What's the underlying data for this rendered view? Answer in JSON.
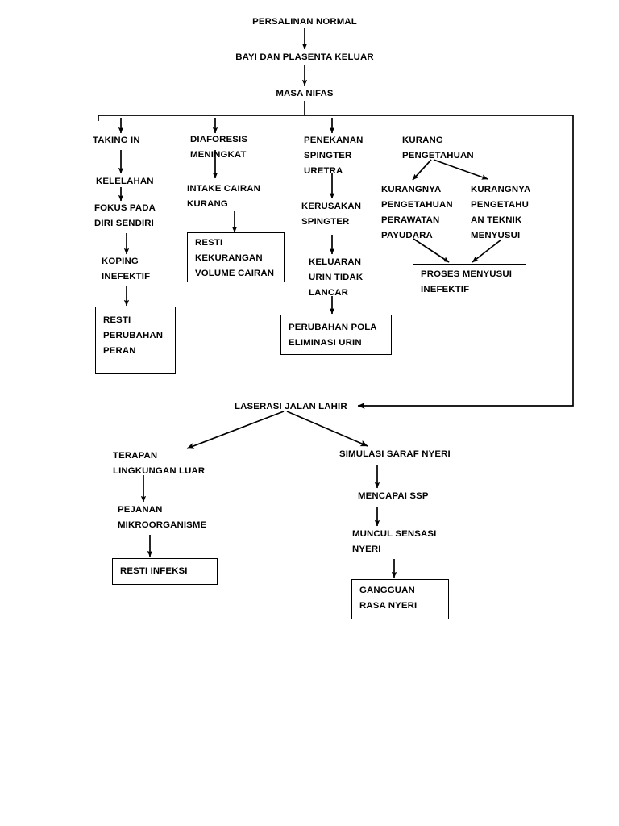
{
  "diagram": {
    "title": "PERSALINAN NORMAL",
    "type": "flowchart",
    "orientation": "top-down",
    "line_color": "#000000",
    "text_color": "#000000",
    "background": "#ffffff",
    "nodes": [
      {
        "id": "persalinan_normal",
        "label": "PERSALINAN NORMAL",
        "boxed": false
      },
      {
        "id": "bayi_plasenta",
        "label": "BAYI DAN PLASENTA KELUAR",
        "boxed": false
      },
      {
        "id": "masa_nifas",
        "label": "MASA NIFAS",
        "boxed": false
      },
      {
        "id": "taking_in",
        "label": "TAKING IN",
        "boxed": false
      },
      {
        "id": "kelelahan",
        "label": "KELELAHAN",
        "boxed": false
      },
      {
        "id": "fokus_diri",
        "label": "FOKUS PADA\nDIRI SENDIRI",
        "boxed": false
      },
      {
        "id": "koping_inefektif",
        "label": "KOPING\nINEFEKTIF",
        "boxed": false
      },
      {
        "id": "resti_perubahan_peran",
        "label": "RESTI\nPERUBAHAN\nPERAN",
        "boxed": true
      },
      {
        "id": "diaforesis",
        "label": "DIAFORESIS\nMENINGKAT",
        "boxed": false
      },
      {
        "id": "intake_cairan",
        "label": "INTAKE CAIRAN\nKURANG",
        "boxed": false
      },
      {
        "id": "resti_kekurangan",
        "label": "RESTI\nKEKURANGAN\nVOLUME CAIRAN",
        "boxed": true
      },
      {
        "id": "penekanan_spingter",
        "label": "PENEKANAN\nSPINGTER\nURETRA",
        "boxed": false
      },
      {
        "id": "kerusakan_spingter",
        "label": "KERUSAKAN\nSPINGTER",
        "boxed": false
      },
      {
        "id": "keluaran_urin",
        "label": "KELUARAN\nURIN TIDAK\nLANCAR",
        "boxed": false
      },
      {
        "id": "perubahan_pola",
        "label": "PERUBAHAN POLA\nELIMINASI URIN",
        "boxed": true
      },
      {
        "id": "kurang_pengetahuan",
        "label": "KURANG\nPENGETAHUAN",
        "boxed": false
      },
      {
        "id": "kurang_perawatan",
        "label": "KURANGNYA\nPENGETAHUAN\nPERAWATAN\nPAYUDARA",
        "boxed": false
      },
      {
        "id": "kurang_teknik",
        "label": "KURANGNYA\nPENGETAHU\nAN TEKNIK\nMENYUSUI",
        "boxed": false
      },
      {
        "id": "proses_menyusui",
        "label": "PROSES MENYUSUI\nINEFEKTIF",
        "boxed": true
      },
      {
        "id": "laserasi",
        "label": "LASERASI JALAN LAHIR",
        "boxed": false
      },
      {
        "id": "terapan_lingkungan",
        "label": "TERAPAN\nLINGKUNGAN LUAR",
        "boxed": false
      },
      {
        "id": "pejanan_mikro",
        "label": "PEJANAN\nMIKROORGANISME",
        "boxed": false
      },
      {
        "id": "resti_infeksi",
        "label": "RESTI INFEKSI",
        "boxed": true
      },
      {
        "id": "simulasi_saraf",
        "label": "SIMULASI SARAF NYERI",
        "boxed": false
      },
      {
        "id": "mencapai_ssp",
        "label": "MENCAPAI SSP",
        "boxed": false
      },
      {
        "id": "muncul_sensasi",
        "label": "MUNCUL SENSASI\nNYERI",
        "boxed": false
      },
      {
        "id": "gangguan_rasa_nyeri",
        "label": "GANGGUAN\nRASA NYERI",
        "boxed": true
      }
    ],
    "edges": [
      {
        "from": "persalinan_normal",
        "to": "bayi_plasenta"
      },
      {
        "from": "bayi_plasenta",
        "to": "masa_nifas"
      },
      {
        "from": "masa_nifas",
        "to": "taking_in"
      },
      {
        "from": "masa_nifas",
        "to": "diaforesis"
      },
      {
        "from": "masa_nifas",
        "to": "penekanan_spingter"
      },
      {
        "from": "masa_nifas",
        "to": "laserasi"
      },
      {
        "from": "taking_in",
        "to": "kelelahan"
      },
      {
        "from": "kelelahan",
        "to": "fokus_diri"
      },
      {
        "from": "fokus_diri",
        "to": "koping_inefektif"
      },
      {
        "from": "koping_inefektif",
        "to": "resti_perubahan_peran"
      },
      {
        "from": "diaforesis",
        "to": "intake_cairan"
      },
      {
        "from": "intake_cairan",
        "to": "resti_kekurangan"
      },
      {
        "from": "penekanan_spingter",
        "to": "kerusakan_spingter"
      },
      {
        "from": "kerusakan_spingter",
        "to": "keluaran_urin"
      },
      {
        "from": "keluaran_urin",
        "to": "perubahan_pola"
      },
      {
        "from": "kurang_pengetahuan",
        "to": "kurang_perawatan"
      },
      {
        "from": "kurang_pengetahuan",
        "to": "kurang_teknik"
      },
      {
        "from": "kurang_perawatan",
        "to": "proses_menyusui"
      },
      {
        "from": "kurang_teknik",
        "to": "proses_menyusui"
      },
      {
        "from": "laserasi",
        "to": "terapan_lingkungan"
      },
      {
        "from": "laserasi",
        "to": "simulasi_saraf"
      },
      {
        "from": "terapan_lingkungan",
        "to": "pejanan_mikro"
      },
      {
        "from": "pejanan_mikro",
        "to": "resti_infeksi"
      },
      {
        "from": "simulasi_saraf",
        "to": "mencapai_ssp"
      },
      {
        "from": "mencapai_ssp",
        "to": "muncul_sensasi"
      },
      {
        "from": "muncul_sensasi",
        "to": "gangguan_rasa_nyeri"
      }
    ]
  }
}
